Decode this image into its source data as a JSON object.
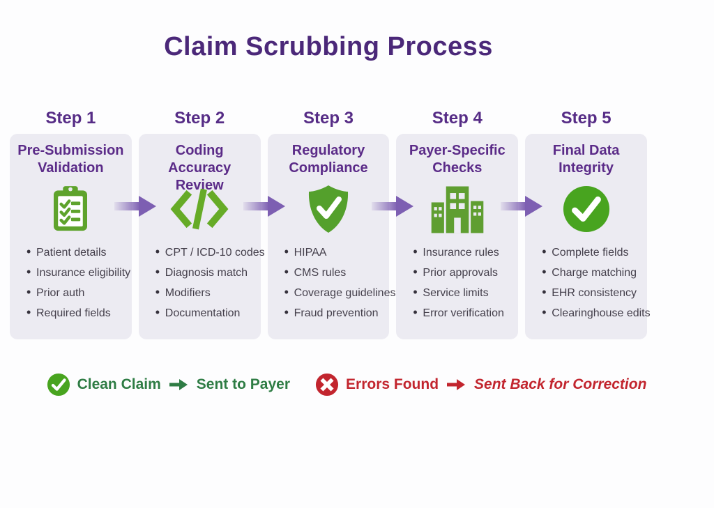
{
  "title": "Claim Scrubbing Process",
  "steps": [
    {
      "label": "Step 1",
      "name": [
        "Pre-Submission",
        "Validation"
      ],
      "icon": "clipboard-check",
      "bullets": [
        "Patient details",
        "Insurance eligibility",
        "Prior auth",
        "Required fields"
      ]
    },
    {
      "label": "Step 2",
      "name": [
        "Coding Accuracy",
        "Review"
      ],
      "icon": "code-brackets",
      "bullets": [
        "CPT / ICD-10 codes",
        "Diagnosis match",
        "Modifiers",
        "Documentation"
      ]
    },
    {
      "label": "Step 3",
      "name": [
        "Regulatory",
        "Compliance"
      ],
      "icon": "shield-check",
      "bullets": [
        "HIPAA",
        "CMS rules",
        "Coverage guidelines",
        "Fraud prevention"
      ]
    },
    {
      "label": "Step 4",
      "name": [
        "Payer-Specific",
        "Checks"
      ],
      "icon": "hospital-building",
      "bullets": [
        "Insurance rules",
        "Prior approvals",
        "Service limits",
        "Error verification"
      ]
    },
    {
      "label": "Step 5",
      "name": [
        "Final Data",
        "Integrity"
      ],
      "icon": "check-circle",
      "bullets": [
        "Complete fields",
        "Charge matching",
        "EHR consistency",
        "Clearinghouse edits"
      ]
    }
  ],
  "legend": {
    "clean": {
      "label": "Clean Claim",
      "result": "Sent to Payer"
    },
    "errors": {
      "label": "Errors Found",
      "result": "Sent Back for Correction"
    }
  },
  "colors": {
    "heading_purple": "#4b2879",
    "step_label_purple": "#562c86",
    "card_title_purple": "#5b2b88",
    "card_background": "#ecebf2",
    "icon_green": "#5ea32c",
    "clean_green": "#2e7c44",
    "error_red": "#c2252e",
    "arrow_purple": "#7d5fb2",
    "bullet_text": "#443f4b"
  }
}
